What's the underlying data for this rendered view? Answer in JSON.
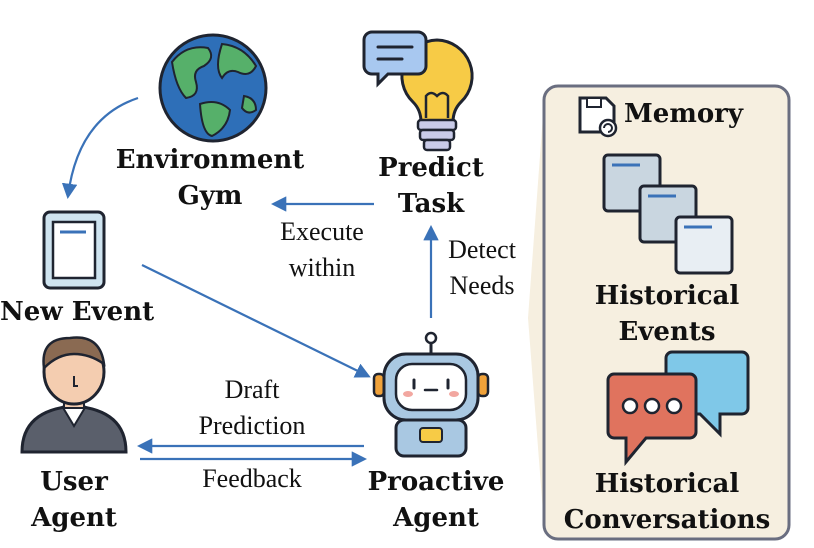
{
  "nodes": {
    "environment_gym": [
      "Environment",
      "Gym"
    ],
    "predict_task": [
      "Predict",
      "Task"
    ],
    "new_event": "New Event",
    "user_agent": [
      "User",
      "Agent"
    ],
    "proactive_agent": [
      "Proactive",
      "Agent"
    ]
  },
  "edges": {
    "execute_within": [
      "Execute",
      "within"
    ],
    "detect_needs": [
      "Detect",
      "Needs"
    ],
    "draft_prediction": [
      "Draft",
      "Prediction"
    ],
    "feedback": "Feedback"
  },
  "memory": {
    "title": "Memory",
    "historical_events": [
      "Historical",
      "Events"
    ],
    "historical_conversations": [
      "Historical",
      "Conversations"
    ]
  },
  "icons": {
    "globe": "globe-icon",
    "lightbulb": "lightbulb-icon",
    "speech_bubble": "speech-bubble-icon",
    "tablet": "tablet-icon",
    "user": "user-icon",
    "robot": "robot-icon",
    "save": "save-icon",
    "stacked_windows": "stacked-windows-icon",
    "chat_bubbles": "chat-bubbles-icon"
  },
  "colors": {
    "arrow": "#3a72b8",
    "memory_panel": "#f6efe0",
    "memory_border": "#6a6e80",
    "globe_ocean": "#2e6fb8",
    "globe_land": "#56b06a",
    "bulb": "#f7cb46",
    "bubble_red": "#e0735e",
    "bubble_blue": "#7fc8e8"
  }
}
